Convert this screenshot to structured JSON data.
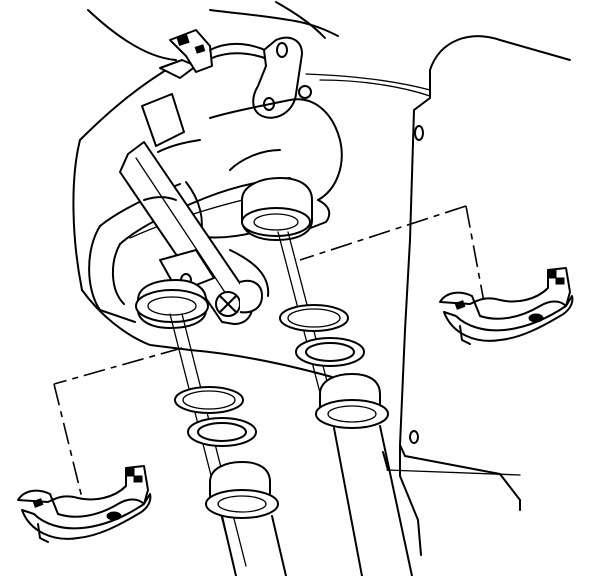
{
  "figure": {
    "kind": "technical-line-drawing",
    "parts": [
      "housing",
      "bracket",
      "wire-clip",
      "pipe-left",
      "pipe-right",
      "o-ring-left-upper",
      "o-ring-left-lower",
      "o-ring-right-upper",
      "o-ring-right-lower",
      "retainer-clip-left",
      "retainer-clip-right"
    ],
    "line_color": "#000000",
    "background_color": "#ffffff"
  }
}
